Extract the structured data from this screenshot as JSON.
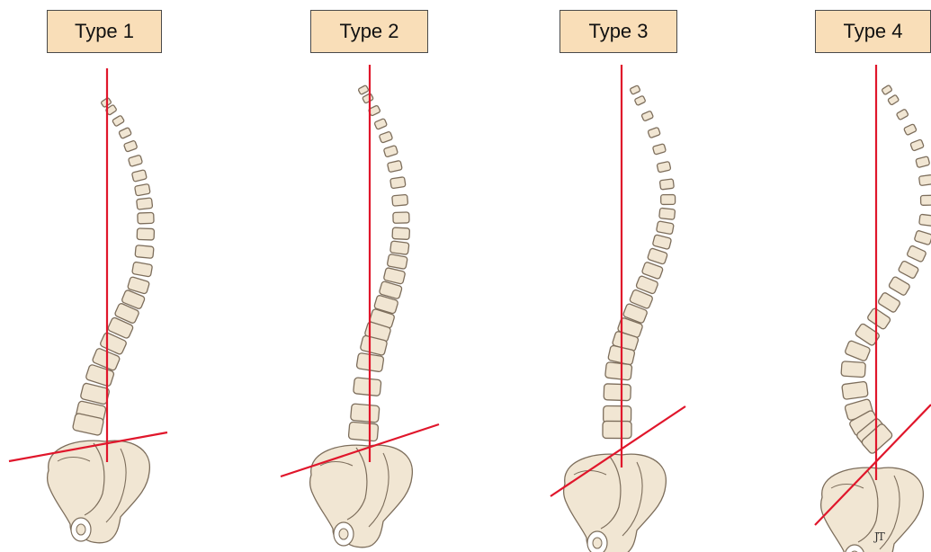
{
  "panels": [
    {
      "label": "Type 1"
    },
    {
      "label": "Type 2"
    },
    {
      "label": "Type 3"
    },
    {
      "label": "Type 4"
    }
  ],
  "signature": "JT",
  "colors": {
    "label_fill": "#f9deb8",
    "label_border": "#4a4a4a",
    "plumb_line": "#e0162b",
    "bone_fill": "#f1e6d3",
    "bone_stroke": "#7d6e5c"
  }
}
